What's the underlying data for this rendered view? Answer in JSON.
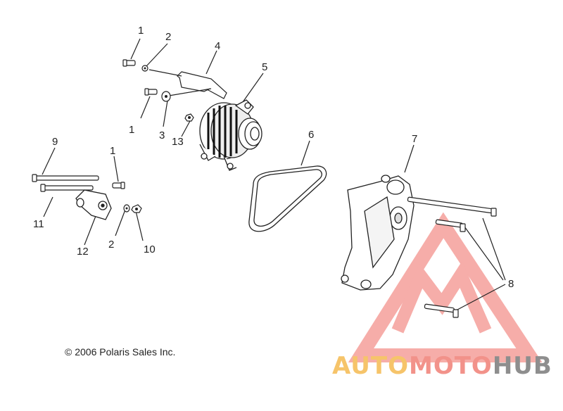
{
  "diagram": {
    "callouts": [
      {
        "id": "c1a",
        "label": "1"
      },
      {
        "id": "c2a",
        "label": "2"
      },
      {
        "id": "c4",
        "label": "4"
      },
      {
        "id": "c5",
        "label": "5"
      },
      {
        "id": "c1b",
        "label": "1"
      },
      {
        "id": "c3",
        "label": "3"
      },
      {
        "id": "c13",
        "label": "13"
      },
      {
        "id": "c6",
        "label": "6"
      },
      {
        "id": "c7",
        "label": "7"
      },
      {
        "id": "c9",
        "label": "9"
      },
      {
        "id": "c1c",
        "label": "1"
      },
      {
        "id": "c11",
        "label": "11"
      },
      {
        "id": "c12",
        "label": "12"
      },
      {
        "id": "c2b",
        "label": "2"
      },
      {
        "id": "c10",
        "label": "10"
      },
      {
        "id": "c8",
        "label": "8"
      }
    ],
    "copyright": "© 2006 Polaris Sales Inc.",
    "watermark": {
      "part1": "AUTO",
      "part2": "MOTO",
      "part3": "HUB"
    }
  }
}
